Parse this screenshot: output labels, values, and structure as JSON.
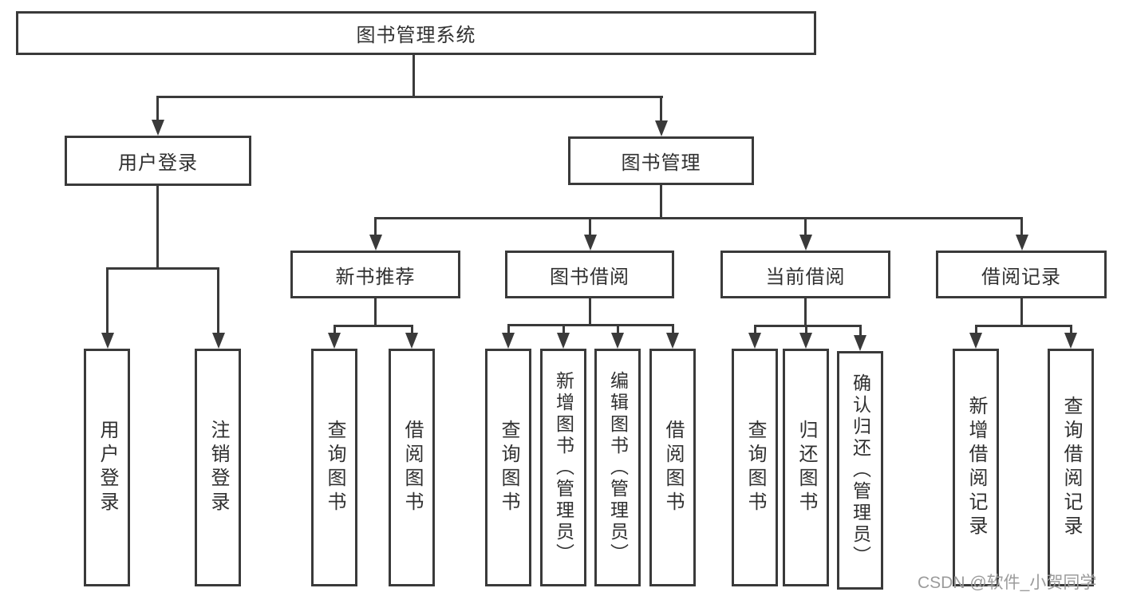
{
  "diagram": {
    "root": {
      "label": "图书管理系统"
    },
    "level2": [
      {
        "label": "用户登录"
      },
      {
        "label": "图书管理"
      }
    ],
    "level3": [
      {
        "label": "新书推荐"
      },
      {
        "label": "图书借阅"
      },
      {
        "label": "当前借阅"
      },
      {
        "label": "借阅记录"
      }
    ],
    "leaves": {
      "user": [
        "用户登录",
        "注销登录"
      ],
      "recommend": [
        "查询图书",
        "借阅图书"
      ],
      "borrow": [
        "查询图书",
        "新增图书（管理员）",
        "编辑图书（管理员）",
        "借阅图书"
      ],
      "current": [
        "查询图书",
        "归还图书",
        "确认归还（管理员）"
      ],
      "records": [
        "新增借阅记录",
        "查询借阅记录"
      ]
    }
  },
  "watermark": {
    "text": "CSDN @软件_小贺同学"
  },
  "colors": {
    "line": "#3a3a3a",
    "text": "#303030",
    "watermark": "#9b9b9b",
    "background": "#ffffff"
  }
}
